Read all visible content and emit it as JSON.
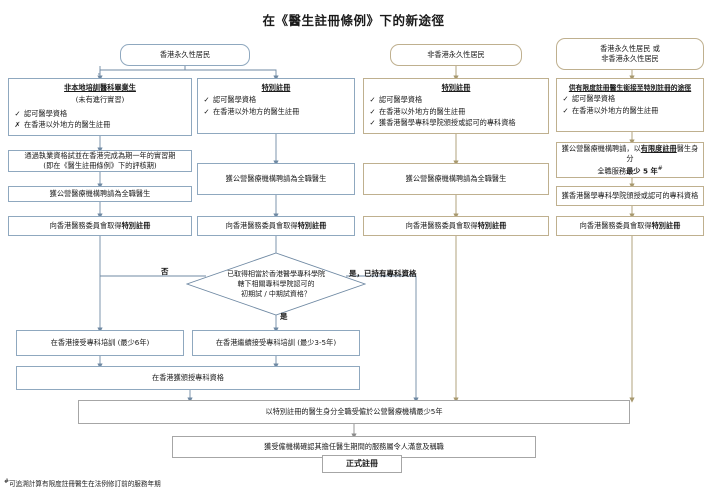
{
  "title": "在《醫生註冊條例》下的新途徑",
  "colors": {
    "blue_border": "#8fa8bf",
    "tan_border": "#bfb08f",
    "gray_border": "#a6a6a6",
    "text": "#1a1a1a"
  },
  "headers": [
    {
      "id": "hk-permanent-resident",
      "label": "香港永久性居民",
      "style": "blue"
    },
    {
      "id": "non-hk-permanent-resident",
      "label": "非香港永久性居民",
      "style": "tan"
    },
    {
      "id": "either-resident",
      "line1": "香港永久性居民 或",
      "line2": "非香港永久性居民",
      "style": "tan"
    }
  ],
  "columns": [
    {
      "id": "col-1",
      "style": "blue",
      "criteria": {
        "heading": "非本地培訓醫科畢業生",
        "subheading": "(未有進行實習)",
        "items": [
          {
            "mark": "✓",
            "text": "認可醫學資格"
          },
          {
            "mark": "✗",
            "text": "在香港以外地方的醫生註冊"
          }
        ]
      },
      "steps": [
        {
          "id": "col1-step1",
          "line1": "通過執業資格試並在香港完成為期一年的實習期",
          "line2": "(即在《醫生註冊條例》下的評核期)"
        },
        {
          "id": "col1-step2",
          "line1": "獲公營醫療機構聘請為全職醫生"
        },
        {
          "id": "col1-step3",
          "pre": "向香港醫務委員會取得",
          "strong": "特別註冊"
        }
      ]
    },
    {
      "id": "col-2",
      "style": "blue",
      "criteria": {
        "heading": "特別註冊",
        "subheading": "",
        "items": [
          {
            "mark": "✓",
            "text": "認可醫學資格"
          },
          {
            "mark": "✓",
            "text": "在香港以外地方的醫生註冊"
          }
        ]
      },
      "steps": [
        {
          "id": "col2-step1",
          "line1": "獲公營醫療機構聘請為全職醫生"
        },
        {
          "id": "col2-step2",
          "pre": "向香港醫務委員會取得",
          "strong": "特別註冊"
        }
      ]
    },
    {
      "id": "col-3",
      "style": "tan",
      "criteria": {
        "heading": "特別註冊",
        "subheading": "",
        "items": [
          {
            "mark": "✓",
            "text": "認可醫學資格"
          },
          {
            "mark": "✓",
            "text": "在香港以外地方的醫生註冊"
          },
          {
            "mark": "✓",
            "text": "獲香港醫學專科學院頒授或認可的專科資格"
          }
        ]
      },
      "steps": [
        {
          "id": "col3-step1",
          "line1": "獲公營醫療機構聘請為全職醫生"
        },
        {
          "id": "col3-step2",
          "pre": "向香港醫務委員會取得",
          "strong": "特別註冊"
        }
      ]
    },
    {
      "id": "col-4",
      "style": "tan",
      "criteria": {
        "heading": "供有限度註冊醫生銜接至特別註冊的途徑",
        "subheading": "",
        "items": [
          {
            "mark": "✓",
            "text": "認可醫學資格"
          },
          {
            "mark": "✓",
            "text": "在香港以外地方的醫生註冊"
          }
        ]
      },
      "steps": [
        {
          "id": "col4-step1",
          "pre": "獲公營醫療機構聘請，以",
          "strong": "有限度註冊",
          "mid": "醫生身分",
          "line2pre": "全職服務",
          "line2strong": "最少 5 年",
          "sup": "#"
        },
        {
          "id": "col4-step2",
          "line1": "獲香港醫學專科學院頒授或認可的專科資格"
        },
        {
          "id": "col4-step3",
          "pre": "向香港醫務委員會取得",
          "strong": "特別註冊"
        }
      ]
    }
  ],
  "decision": {
    "id": "specialist-exam-decision",
    "line1": "已取得相當於香港醫學專科學院",
    "line2": "轄下相關專科學院認可的",
    "line3": "初期試 / 中期試資格？",
    "label_no": "否",
    "label_yes_right": "是，已持有專科資格",
    "label_yes_down": "是"
  },
  "training": [
    {
      "id": "training-6y",
      "text": "在香港接受專科培訓 (最少6年)"
    },
    {
      "id": "training-3to5y",
      "text": "在香港繼續接受專科培訓 (最少3-5年)"
    }
  ],
  "specialist_qualification": {
    "id": "obtain-specialist-qual",
    "text": "在香港獲頒授專科資格"
  },
  "final_steps": [
    {
      "id": "serve-5-years",
      "text": "以特別註冊的醫生身分全職受僱於公營醫療機構最少5年"
    },
    {
      "id": "employer-confirm",
      "text": "獲受僱機構確認其擔任醫生期間的服務屬令人滿意及稱職"
    },
    {
      "id": "full-registration",
      "text": "正式註冊"
    }
  ],
  "footnote": {
    "marker": "#",
    "text": "可追溯計算有限度註冊醫生在法例修訂前的服務年期"
  }
}
